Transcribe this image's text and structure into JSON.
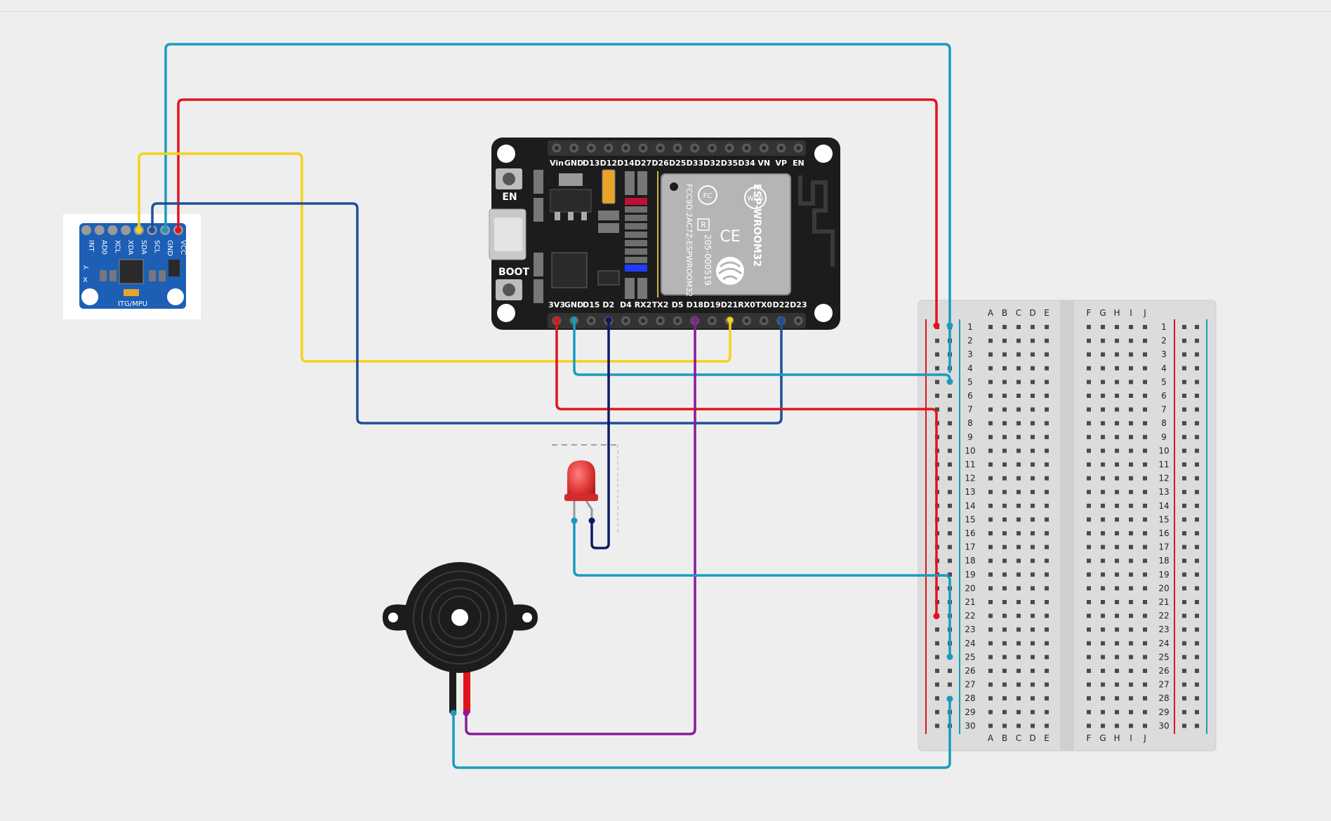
{
  "colors": {
    "wire_cyan": "#1a9bbd",
    "wire_red": "#e0141b",
    "wire_yellow": "#f3d21a",
    "wire_blue": "#1c4f9c",
    "wire_navy": "#0d1a66",
    "wire_purple": "#8a1a9b",
    "board_black": "#1c1c1c",
    "mpu_blue": "#1d5fb5",
    "led_red": "#e23a3a",
    "breadboard": "#dcdcdc"
  },
  "esp32": {
    "top_pins": [
      "Vin",
      "GND",
      "D13",
      "D12",
      "D14",
      "D27",
      "D26",
      "D25",
      "D33",
      "D32",
      "D35",
      "D34",
      "VN",
      "VP",
      "EN"
    ],
    "bottom_pins": [
      "3V3",
      "GND",
      "D15",
      "D2",
      "D4",
      "RX2",
      "TX2",
      "D5",
      "D18",
      "D19",
      "D21",
      "RX0",
      "TX0",
      "D22",
      "D23"
    ],
    "en_label": "EN",
    "boot_label": "BOOT",
    "module_text_1": "ESP-WROOM32",
    "module_text_2": "FCC9D:2AC7Z-ESPWROOM32",
    "module_text_3": "205-000519",
    "ce_mark": "CE",
    "fcc_mark": "FC",
    "r_mark": "R",
    "wifi_mark": "Wi Fi"
  },
  "mpu": {
    "pins": [
      "INT",
      "AD0",
      "XCL",
      "XDA",
      "SDA",
      "SCL",
      "GND",
      "VCC"
    ],
    "board_label": "ITG/MPU",
    "axis_y": "Y",
    "axis_x": "X"
  },
  "breadboard": {
    "cols_left": [
      "A",
      "B",
      "C",
      "D",
      "E"
    ],
    "cols_right": [
      "F",
      "G",
      "H",
      "I",
      "J"
    ],
    "rows": [
      "1",
      "2",
      "3",
      "4",
      "5",
      "6",
      "7",
      "8",
      "9",
      "10",
      "11",
      "12",
      "13",
      "14",
      "15",
      "16",
      "17",
      "18",
      "19",
      "20",
      "21",
      "22",
      "23",
      "24",
      "25",
      "26",
      "27",
      "28",
      "29",
      "30"
    ]
  }
}
